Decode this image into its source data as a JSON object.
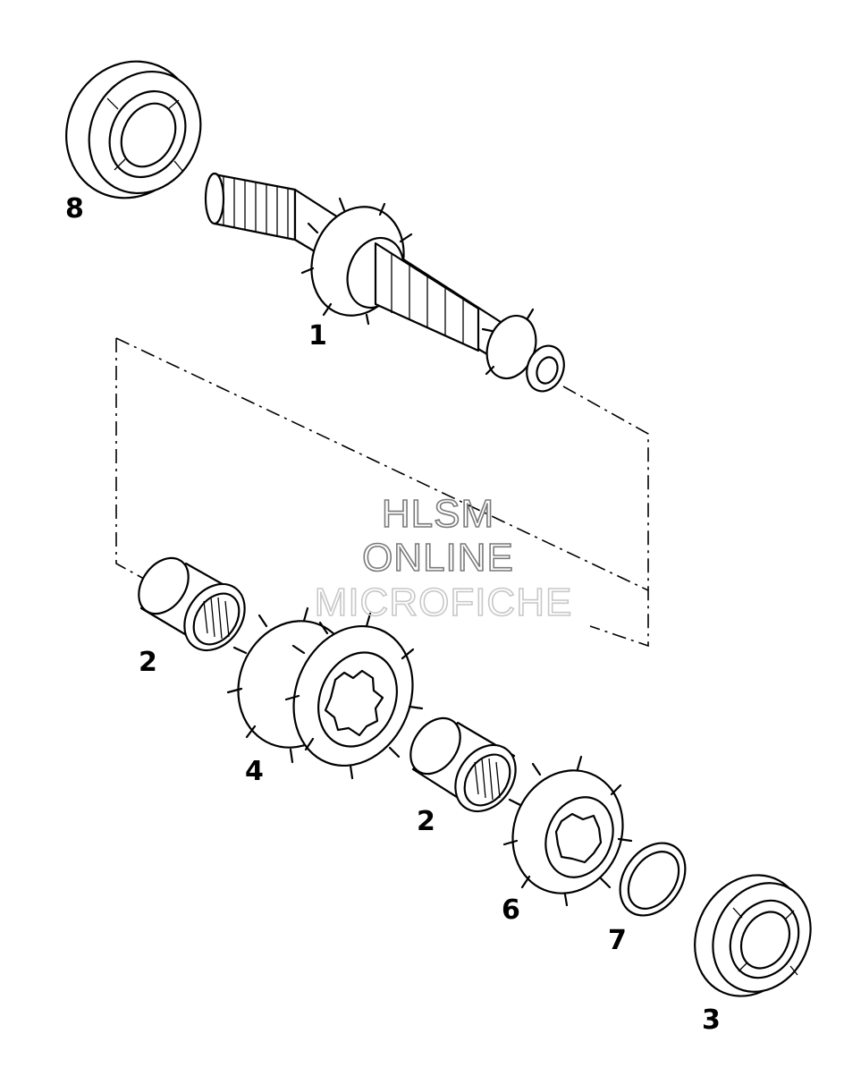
{
  "diagram": {
    "callouts": {
      "c8": "8",
      "c1": "1",
      "c2a": "2",
      "c4": "4",
      "c2b": "2",
      "c6": "6",
      "c7": "7",
      "c3": "3"
    },
    "watermark": {
      "line1": "HLSM",
      "line2": "ONLINE",
      "line3": "MICROFICHE"
    }
  }
}
